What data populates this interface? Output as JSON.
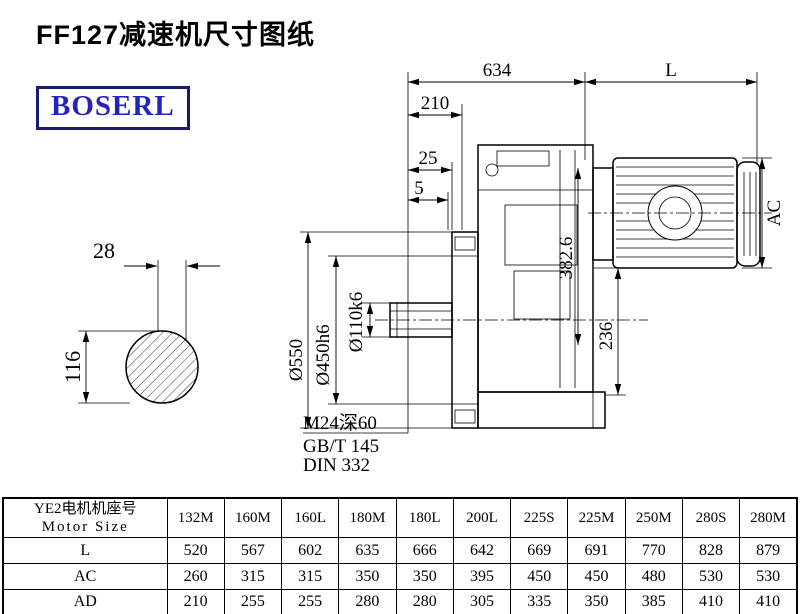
{
  "page": {
    "title": "FF127减速机尺寸图纸"
  },
  "logo": {
    "text": "BOSERL"
  },
  "drawing": {
    "dim_634": "634",
    "dim_L": "L",
    "dim_210": "210",
    "dim_25": "25",
    "dim_5": "5",
    "dim_AC": "AC",
    "dia_550": "Ø550",
    "dia_450": "Ø450h6",
    "dia_110": "Ø110k6",
    "dim_382_6": "382.6",
    "dim_236": "236",
    "dim_28": "28",
    "dim_116": "116",
    "thread_note": "M24深60",
    "standard_1": "GB/T 145",
    "standard_2": "DIN 332"
  },
  "table": {
    "header_cn": "YE2电机机座号",
    "header_en": "Motor Size",
    "columns": [
      "132M",
      "160M",
      "160L",
      "180M",
      "180L",
      "200L",
      "225S",
      "225M",
      "250M",
      "280S",
      "280M"
    ],
    "rows": [
      {
        "label": "L",
        "values": [
          "520",
          "567",
          "602",
          "635",
          "666",
          "642",
          "669",
          "691",
          "770",
          "828",
          "879"
        ]
      },
      {
        "label": "AC",
        "values": [
          "260",
          "315",
          "315",
          "350",
          "350",
          "395",
          "450",
          "450",
          "480",
          "530",
          "530"
        ]
      },
      {
        "label": "AD",
        "values": [
          "210",
          "255",
          "255",
          "280",
          "280",
          "305",
          "335",
          "350",
          "385",
          "410",
          "410"
        ]
      }
    ]
  }
}
